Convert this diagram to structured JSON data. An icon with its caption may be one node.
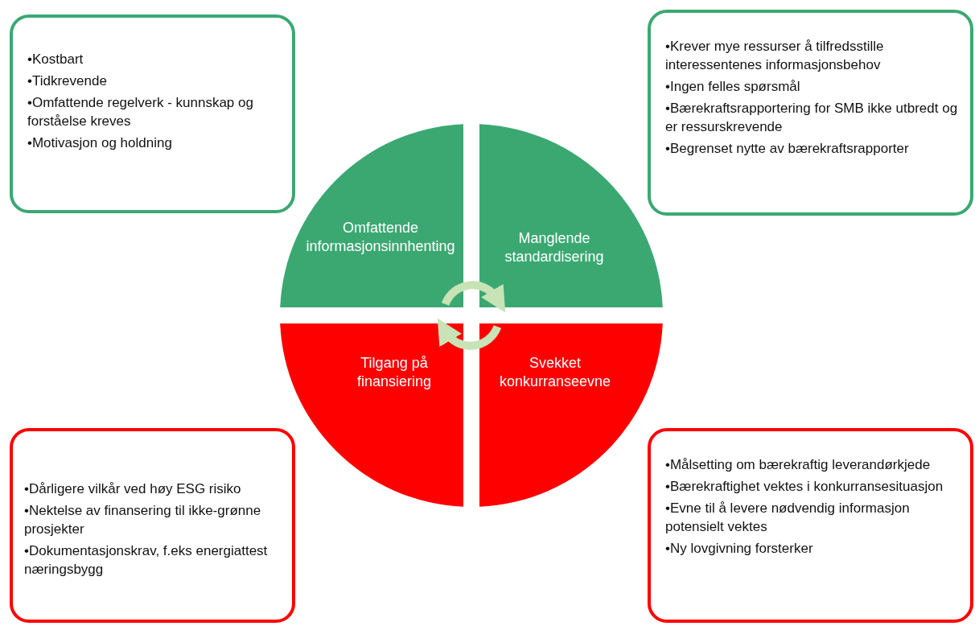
{
  "diagram": {
    "nodes": [
      {
        "text": [
          "Omfattende informasjonsinnhenting"
        ]
      },
      {
        "text": [
          "Manglende standardisering"
        ]
      },
      {
        "text": [
          "Tilgang på finansiering"
        ]
      },
      {
        "text": [
          "Svekket konkurranseevne"
        ]
      },
      {
        "text": [
          "•Kostbart",
          "•Tidkrevende",
          "•Omfattende regelverk - kunnskap og forståelse kreves",
          "•Motivasjon og holdning"
        ]
      },
      {
        "text": [
          "•Krever mye ressurser å tilfredsstille interessentenes informasjonsbehov",
          "•Ingen felles spørsmål",
          "•Bærekraftsrapportering for SMB ikke utbredt og er ressurskrevende",
          "•Begrenset nytte av bærekraftsrapporter"
        ]
      },
      {
        "text": [
          "•Dårligere vilkår ved høy ESG risiko",
          "•Nektelse av finansering til ikke-grønne prosjekter",
          "•Dokumentasjonskrav, f.eks energiattest næringsbygg"
        ]
      },
      {
        "text": [
          "•Målsetting om bærekraftig leverandørkjede",
          "•Bærekraftighet vektes i konkurransesituasjon",
          "•Evne til å levere nødvendig informasjon potensielt vektes",
          "•Ny lovgivning forsterker"
        ]
      }
    ],
    "edges": [
      {
        "from": 0,
        "to": 1,
        "arrow": "to"
      },
      {
        "from": 3,
        "to": 2,
        "arrow": "to"
      }
    ]
  }
}
